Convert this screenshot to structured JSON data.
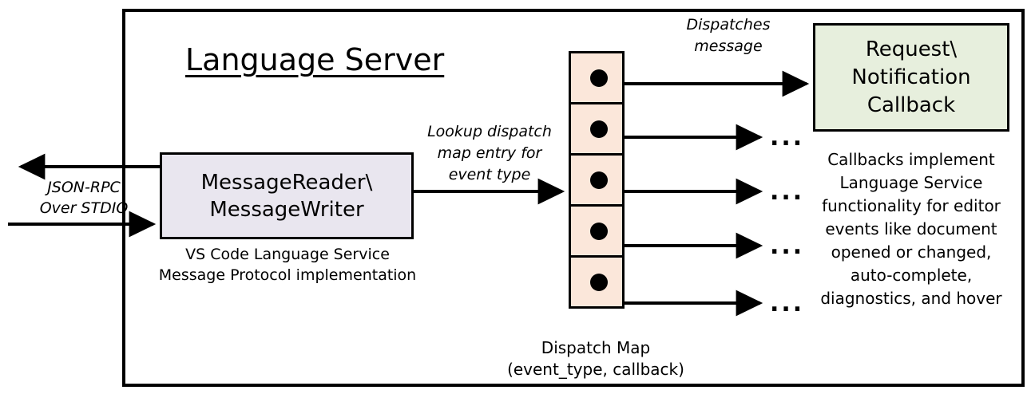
{
  "diagram": {
    "title": "Language Server",
    "outer_border_color": "#000000",
    "background": "#ffffff"
  },
  "message_reader": {
    "line1": "MessageReader\\",
    "line2": "MessageWriter",
    "fill": "#E9E6EF",
    "caption_line1": "VS Code Language Service",
    "caption_line2": "Message Protocol implementation"
  },
  "transport": {
    "label_line1": "JSON-RPC",
    "label_line2": "Over STDIO"
  },
  "lookup": {
    "label_line1": "Lookup dispatch",
    "label_line2": "map entry for",
    "label_line3": "event type"
  },
  "dispatch_label": {
    "line1": "Dispatches",
    "line2": "message"
  },
  "dispatch_map": {
    "fill": "#FBE7DA",
    "cells": [
      {
        "name": "dispatch-entry-1",
        "ellipsis": ""
      },
      {
        "name": "dispatch-entry-2",
        "ellipsis": "..."
      },
      {
        "name": "dispatch-entry-3",
        "ellipsis": "..."
      },
      {
        "name": "dispatch-entry-4",
        "ellipsis": "..."
      },
      {
        "name": "dispatch-entry-5",
        "ellipsis": "..."
      }
    ],
    "caption_line1": "Dispatch Map",
    "caption_line2": "(event_type, callback)"
  },
  "callback": {
    "fill": "#E7EFDD",
    "line1": "Request\\",
    "line2": "Notification",
    "line3": "Callback",
    "caption_line1": "Callbacks implement",
    "caption_line2": "Language Service",
    "caption_line3": "functionality for editor",
    "caption_line4": "events like document",
    "caption_line5": "opened or changed,",
    "caption_line6": "auto-complete,",
    "caption_line7": "diagnostics, and hover"
  }
}
